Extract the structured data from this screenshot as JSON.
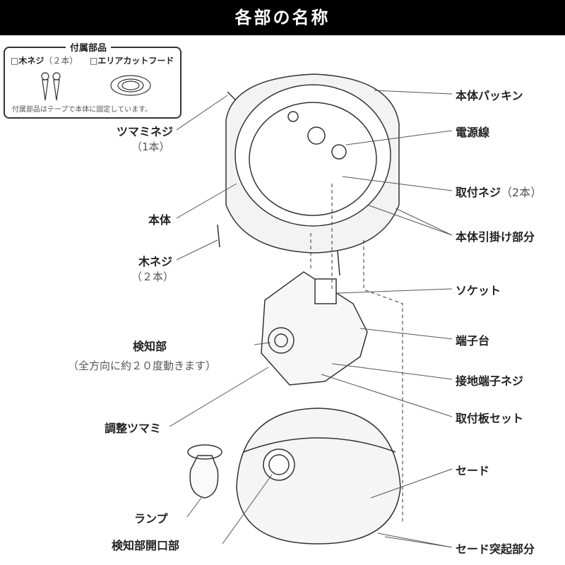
{
  "header": {
    "title": "各部の名称"
  },
  "accessories": {
    "title": "付属部品",
    "item1": "□木ネジ",
    "item1_qty": "（２本）",
    "item2": "□エリアカットフード",
    "note": "付属部品はテープで本体に固定しています。"
  },
  "labels_right": [
    "本体パッキン",
    "電源線",
    "取付ネジ",
    "本体引掛け部分",
    "ソケット",
    "端子台",
    "接地端子ネジ",
    "取付板セット",
    "セード",
    "セード突起部分"
  ],
  "screw_qty": "（2本）",
  "labels_left": {
    "knob_screw": "ツマミネジ",
    "knob_screw_qty": "（1本）",
    "body": "本体",
    "wood_screw": "木ネジ",
    "wood_screw_qty": "（２本）",
    "sensor": "検知部",
    "sensor_note": "（全方向に約２０度動きます）",
    "adjust_knob": "調整ツマミ",
    "lamp": "ランプ",
    "sensor_opening": "検知部開口部"
  }
}
